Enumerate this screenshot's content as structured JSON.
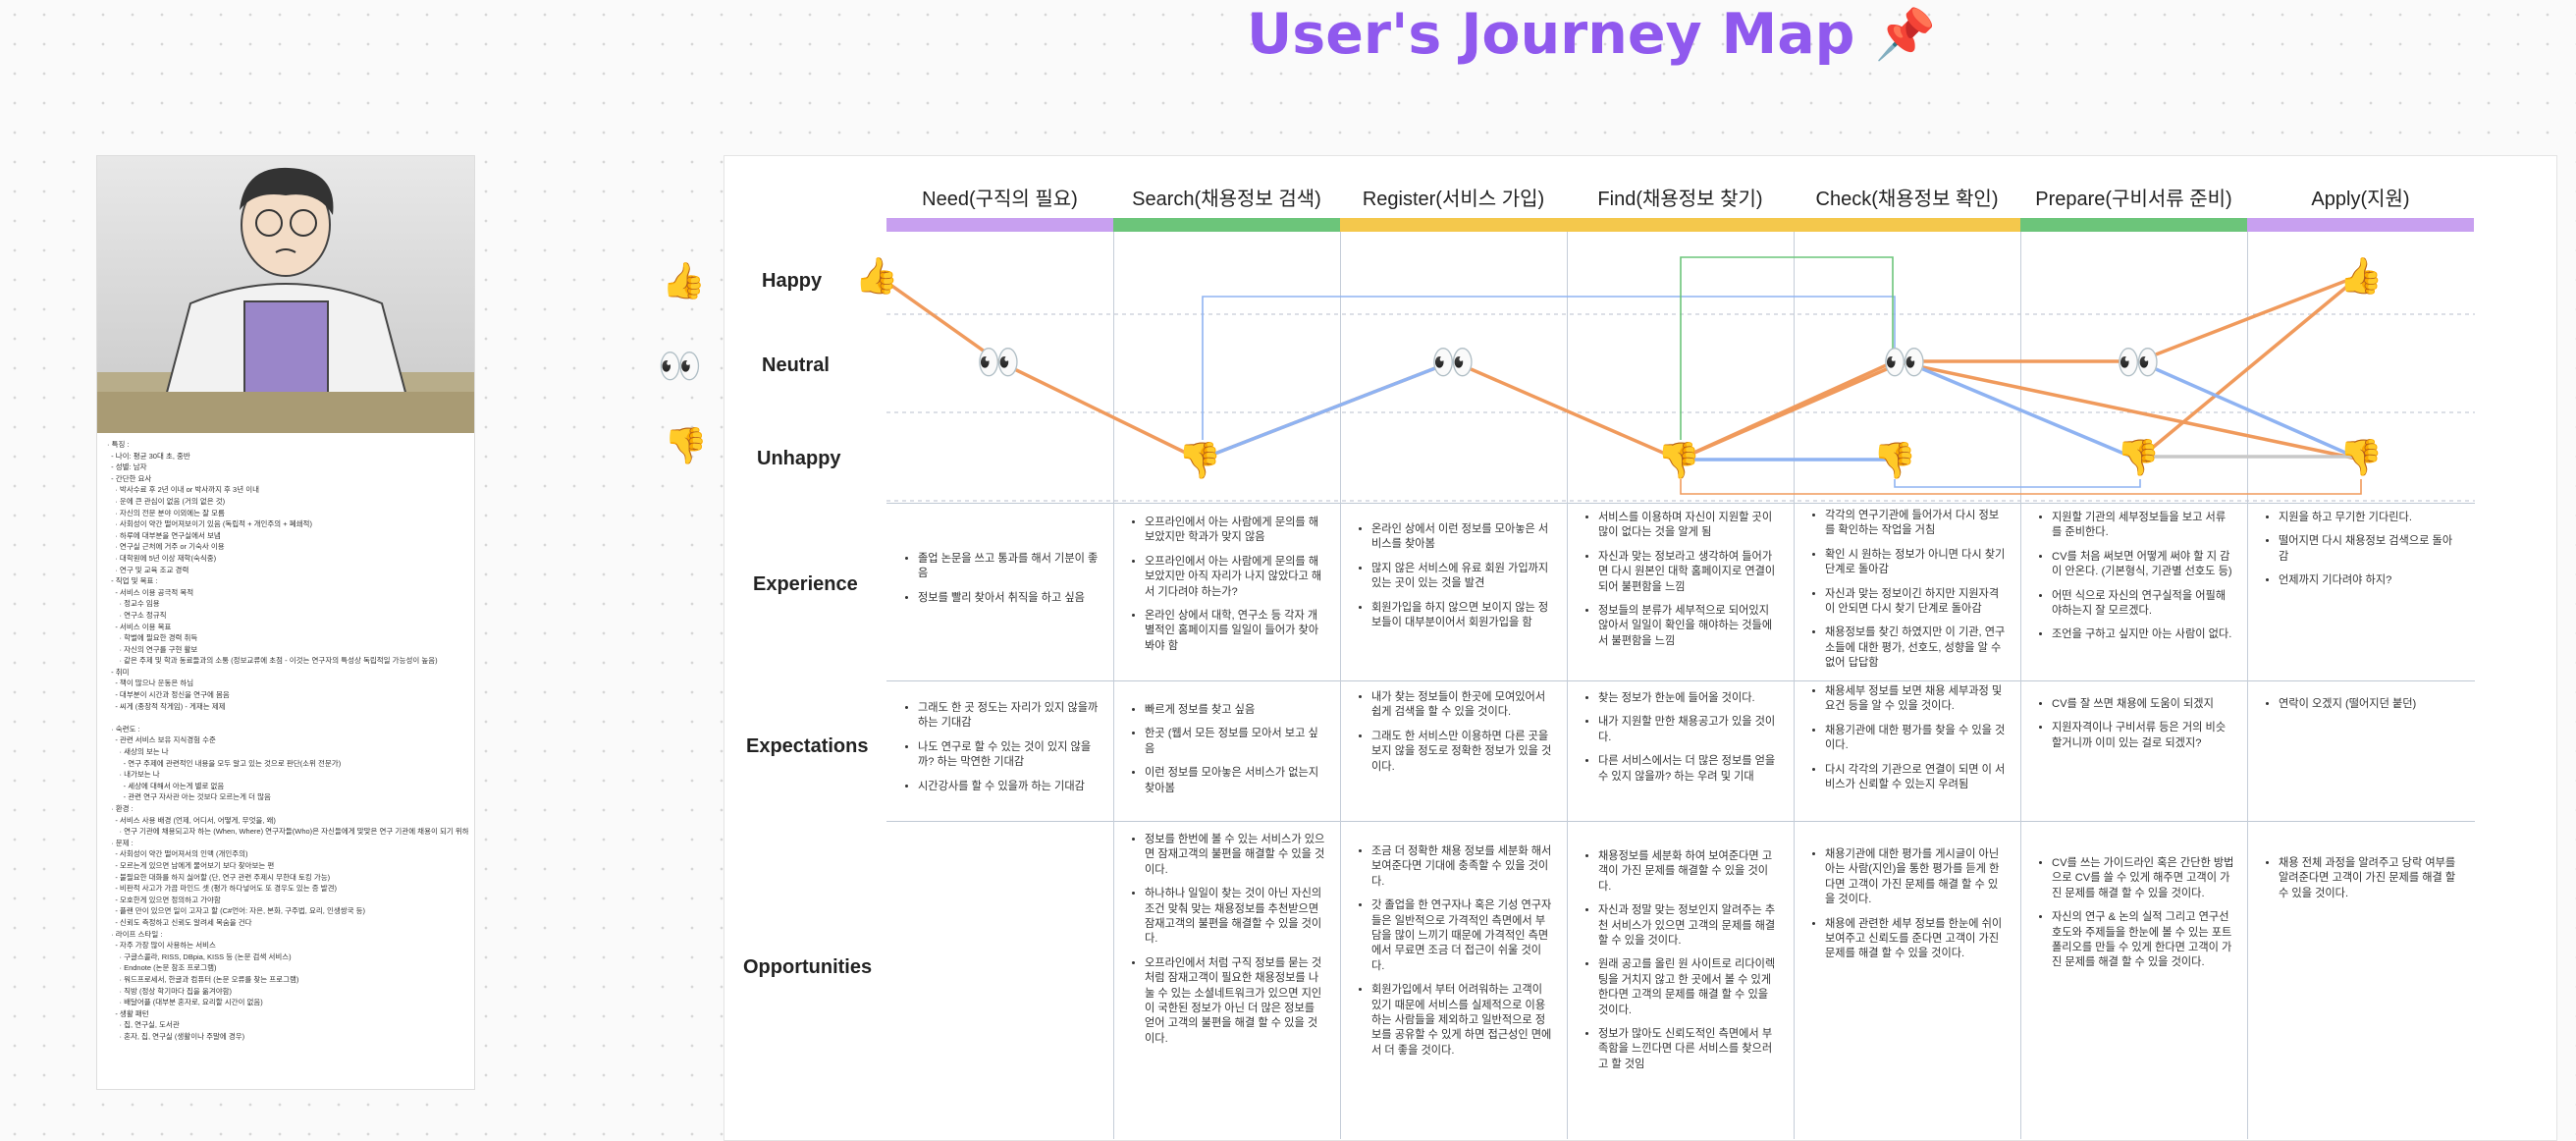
{
  "title": "User's Journey Map",
  "stages": [
    {
      "label": "Need(구직의 필요)",
      "color": "#c8a0f0"
    },
    {
      "label": "Search(채용정보 검색)",
      "color": "#6cc57a"
    },
    {
      "label": "Register(서비스 가입)",
      "color": "#f4c84c"
    },
    {
      "label": "Find(채용정보 찾기)",
      "color": "#f4c84c"
    },
    {
      "label": "Check(채용정보 확인)",
      "color": "#f4c84c"
    },
    {
      "label": "Prepare(구비서류 준비)",
      "color": "#6cc57a"
    },
    {
      "label": "Apply(지원)",
      "color": "#c8a0f0"
    }
  ],
  "rows": {
    "happy": "Happy",
    "neutral": "Neutral",
    "unhappy": "Unhappy",
    "experience": "Experience",
    "expectations": "Expectations",
    "opportunities": "Opportunities"
  },
  "emotions": {
    "happy": "👍",
    "neutral": "👀",
    "unhappy": "👎"
  },
  "journey_levels": [
    "happy",
    "neutral",
    "unhappy",
    "neutral",
    "unhappy",
    "neutral",
    "unhappy",
    "happy"
  ],
  "experience": [
    [
      "졸업 논문을 쓰고 통과를 해서 기분이 좋음",
      "정보를 빨리 찾아서 취직을 하고 싶음"
    ],
    [
      "오프라인에서 아는 사람에게 문의를 해 보았지만 학과가 맞지 않음",
      "오프라인에서 아는 사람에게 문의를 해 보았지만 아직 자리가 나지 않았다고 해서 기다려야 하는가?",
      "온라인 상에서 대학, 연구소 등 각자 개별적인 홈페이지를 일일이 들어가 찾아봐야 함"
    ],
    [
      "온라인 상에서 이런 정보를 모아놓은 서비스를 찾아봄",
      "많지 않은 서비스에 유료 회원 가입까지 있는 곳이 있는 것을 발견",
      "회원가입을 하지 않으면 보이지 않는 정보들이 대부분이어서 회원가입을 함"
    ],
    [
      "서비스를 이용하며 자신이 지원할 곳이 많이 없다는 것을 알게 됨",
      "자신과 맞는 정보라고 생각하여 들어가면 다시 원본인 대학 홈페이지로 연결이 되어 불편함을 느낌",
      "정보들의 분류가 세부적으로 되어있지 않아서 일일이 확인을 해야하는 것들에서 불편함을 느낌"
    ],
    [
      "각각의 연구기관에 들어가서 다시 정보를 확인하는 작업을 거침",
      "확인 시 원하는 정보가 아니면 다시 찾기 단계로 돌아감",
      "자신과 맞는 정보이긴 하지만 지원자격이 안되면 다시 찾기 단계로 돌아감",
      "채용정보를 찾긴 하였지만 이 기관, 연구소들에 대한 평가, 선호도, 성향을 알 수없어 답답함"
    ],
    [
      "지원할 기관의 세부정보들을 보고 서류를 준비한다.",
      "CV를 처음 써보면 어떻게 써야 할 지 감이 안온다. (기본형식, 기관별 선호도 등)",
      "어떤 식으로 자신의 연구실적을 어필해야하는지 잘 모르겠다.",
      "조언을 구하고 싶지만 아는 사람이 없다."
    ],
    [
      "지원을 하고 무기한 기다린다.",
      "떨어지면 다시 채용정보 검색으로 돌아감",
      "언제까지 기다려야 하지?"
    ]
  ],
  "expectations": [
    [
      "그래도 한 곳 정도는 자리가 있지 않을까 하는 기대감",
      "나도 연구로 할 수 있는 것이 있지 않을까? 하는 막연한 기대감",
      "시간강사를 할 수 있을까 하는 기대감"
    ],
    [
      "빠르게 정보를 찾고 싶음",
      "한곳 (웹서 모든 정보를 모아서 보고 싶음",
      "이런 정보를 모아놓은 서비스가 없는지 찾아봄"
    ],
    [
      "내가 찾는 정보들이 한곳에 모여있어서 쉽게 검색을 할 수 있을 것이다.",
      "그래도 한 서비스만 이용하면 다른 곳을 보지 않을 정도로 정확한 정보가 있을 것이다."
    ],
    [
      "찾는 정보가 한눈에 들어올 것이다.",
      "내가 지원할 만한 채용공고가 있을 것이다.",
      "다른 서비스에서는 더 많은 정보를 얻을 수 있지 않을까? 하는 우려 및 기대"
    ],
    [
      "채용세부 정보를 보면 채용 세부과정 및 요건 등을 알 수 있을 것이다.",
      "채용기관에 대한 평가를 찾을 수 있을 것이다.",
      "다시 각각의 기관으로 연결이 되면 이 서비스가 신뢰할 수 있는지 우려됨"
    ],
    [
      "CV를 잘 쓰면 채용에 도움이 되겠지",
      "지원자격이나 구비서류 등은 거의 비슷할거니까 이미 있는 걸로 되겠지?"
    ],
    [
      "연락이 오겠지 (떨어지던 붙던)"
    ]
  ],
  "opportunities": [
    [],
    [
      "정보를 한번에 볼 수 있는 서비스가 있으면 잠재고객의 불편을 해결할 수 있을 것이다.",
      "하나하나 일일이 찾는 것이 아닌 자신의 조건 맞춰 맞는 채용정보를 추천받으면 잠재고객의 불편을 해결할 수 있을 것이다.",
      "오프라인에서 처럼 구직 정보를 묻는 것 처럼 잠재고객이 필요한 채용정보를 나눌 수 있는 소셜네트워크가 있으면 지인이 국한된 정보가 아닌 더 많은 정보를 얻어 고객의 불편을 해결 할 수 있을 것이다."
    ],
    [
      "조금 더 정확한 채용 정보를 세분화 해서 보여준다면 기대에 충족할 수 있을 것이다.",
      "갓 졸업을 한 연구자나 혹은 기성 연구자들은 일반적으로 가격적인 측면에서 부담을 많이 느끼기 때문에 가격적인 측면에서 무료면 조금 더 접근이 쉬울 것이다.",
      "회원가입에서 부터 어려워하는 고객이 있기 때문에 서비스를 실제적으로 이용하는 사람들을 제외하고 일반적으로 정보를 공유할 수 있게 하면 접근성인 면에서 더 좋을 것이다."
    ],
    [
      "채용정보를 세분화 하여 보여준다면 고객이 가진 문제를 해결할 수 있을 것이다.",
      "자신과 정말 맞는 정보인지 알려주는 추천 서비스가 있으면 고객의 문제를 해결 할 수 있을 것이다.",
      "원래 공고를 올린 원 사이트로 리다이렉팅을 거치지 않고 한 곳에서 볼 수 있게 한다면 고객의 문제를 해결 할 수 있을 것이다.",
      "정보가 많아도 신뢰도적인 측면에서 부족함을 느낀다면 다른 서비스를 찾으러고 할 것임"
    ],
    [
      "채용기관에 대한 평가를 게시글이 아닌 아는 사람(지인)을 통한 평가를 듣게 한다면 고객이 가진 문제를 해결 할 수 있을 것이다.",
      "채용에 관련한 세부 정보를 한눈에 쉬이 보여주고 신뢰도를 준다면 고객이 가진 문제를 해결 할 수 있을 것이다."
    ],
    [
      "CV를 쓰는 가이드라인 혹은 간단한 방법으로 CV를 쓸 수 있게 해주면 고객이 가진 문제를 해결 할 수 있을 것이다.",
      "자신의 연구 & 논의 실적 그리고 연구선호도와 주제들을 한눈에 볼 수 있는 포트폴리오를 만들 수 있게 한다면 고객이 가진 문제를 해결 할 수 있을 것이다."
    ],
    [
      "채용 전체 과정을 알려주고 당락 여부를 알려준다면 고객이 가진 문제를 해결 할 수 있을 것이다."
    ]
  ],
  "persona_text": "· 특징 :\n  - 나이: 평균 30대 초, 중반\n  - 성별: 남자\n  - 간단한 요사\n    · 박사수료 후 2년 이내 or 박사까지 후 3년 이내\n    · 운에 큰 관심이 없음 (거의 없은 것)\n    · 자신의 전문 분야 이외에는 잘 모름\n    · 사회성이 약간 떨어져보이기 있음 (독립적 + 개인주의 + 폐쇄적)\n    · 하루에 대부분을 연구실에서 보냄\n    · 연구실 근처에 거주 or 기숙사 이용\n    · 대학원에 5년 이상 재학(숙식중)\n    · 연구 및 교육 조교 경력\n  - 직업 및 목표 :\n    - 서비스 이용 공극적 목적\n      · 정교수 임용\n      · 연구소 정규직\n    - 서비스 이용 목표\n      · 학벌에 필요한 경력 취득\n      · 자신의 연구를 구현 활보\n      · 같은 주제 및 학과 동료들과의 소통 (정보교류에 초점 - 이것는 연구자의 특성상 독립적일 가능성이 높음)\n  - 취미\n    - 책이 많으나 운동은 하님\n    - 대부분이 시간과 정신을 연구에 몸음\n    - 씨게 (종장적 작게임) - 게재는 제제\n\n  · 숙련도 :\n    - 관련 서비스 보유 지식경험 수준\n      · 새상의 보는 나\n        - 연구 주제에 관련적인 내용을 모두 알고 있는 것으로 판단(소위 전문가)\n      · 내가보는 나\n        - 세상에 대해서 아는게 별로 없음\n        - 관련 연구 자사관 아는 것보다 모르는게 더 많음\n  · 환경 :\n    - 서비스 사용 배경 (언제, 어디서, 어떻게, 무엇을, 왜)\n      · 연구 기관에 채용되고자 하는 (When, Where) 연구자들(Who)은 자신들에게 맞맞은 연구 기관에 채용이 되기 위하여(Why) 정보가 부족하고, 연구실적 관리가 어렵기 때문에 (What) 이 문제를 해결하기 위해서 채용공고할 집중공고를 추천하는 서비스를 이용하고자 할 것이다.(How)\n  · 문제 :\n    - 사회성이 약간 떨어져서의 인맥 (개인주의)\n    - 모르는게 있으면 남에게 물어보기 보다 찾아보는 편\n    - 불필요한 대화를 하지 싫어할 (단, 연구 관련 주제시 무한대 토킹 가능)\n    - 비판적 사고가 가끔 마인드 셋 (평가 하다넣어도 또 경우도 있는 증 발견)\n    - 모호한게 있으면 정의하고 가야함\n    - 플랜 만이 있으면 일이 고자고 할 (C#언어: 자은, 본화, 구주법, 요리, 인생쌍국 등)\n    - 신뢰도 측정하고 신뢰도 알려세 목숨을 건다\n  · 라이프 스타일 :\n    - 자주 가장 많이 사용하는 서비스\n      · 구글스콜라, RISS, DBpia, KISS 등 (논문 검색 서비스)\n      · Endnote (논문 참조 프로그램)\n      · 워드프로세서, 한글과 컴퓨터 (논문 오류를 찾는 프로그램)\n      · 직방 (정상 학기마다 집을 옮겨야함)\n      · 배달어플 (대부분 혼자로, 요리할 시간이 없음)\n    - 생활 패턴\n      · 집, 연구실, 도서관\n      · 혼자, 집, 연구실 (생활이나 주말에 경우)"
}
